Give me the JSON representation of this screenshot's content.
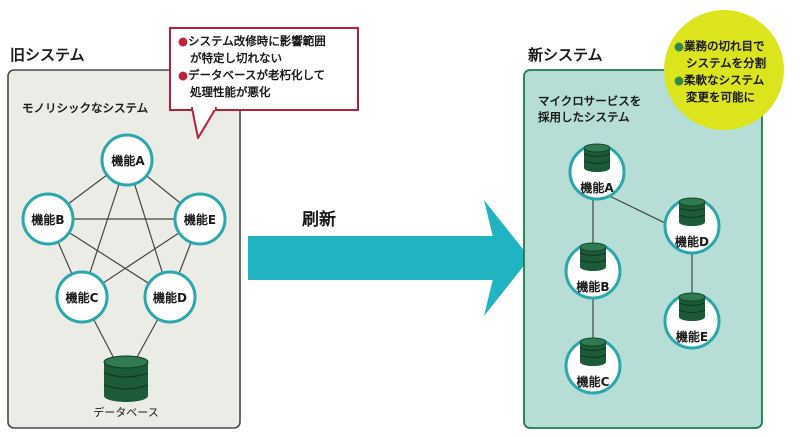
{
  "old_system": {
    "title": "旧システム",
    "panel_label": "モノリシックなシステム",
    "nodes": [
      "機能A",
      "機能B",
      "機能E",
      "機能C",
      "機能D"
    ],
    "database_label": "データベース"
  },
  "callout": {
    "items": [
      [
        "●",
        "システム改修時に影響範囲",
        "が特定し切れない"
      ],
      [
        "●",
        "データベースが老朽化して",
        "処理性能が悪化"
      ]
    ]
  },
  "arrow": {
    "label": "刷新"
  },
  "new_system": {
    "title": "新システム",
    "panel_label_line1": "マイクロサービスを",
    "panel_label_line2": "採用したシステム",
    "services": [
      "機能A",
      "機能B",
      "機能C",
      "機能D",
      "機能E"
    ]
  },
  "benefits": {
    "items": [
      [
        "●",
        "業務の切れ目で",
        "システムを分割"
      ],
      [
        "●",
        "柔軟なシステム",
        "変更を可能に"
      ]
    ]
  },
  "colors": {
    "old_panel_bg": "#ecece6",
    "new_panel_bg": "#b6ddd6",
    "teal": "#2aa7ac",
    "arrow": "#20b3c2",
    "db_green": "#1d5a37",
    "callout_border": "#b5203d",
    "bubble_yellow": "#dbe41c"
  }
}
